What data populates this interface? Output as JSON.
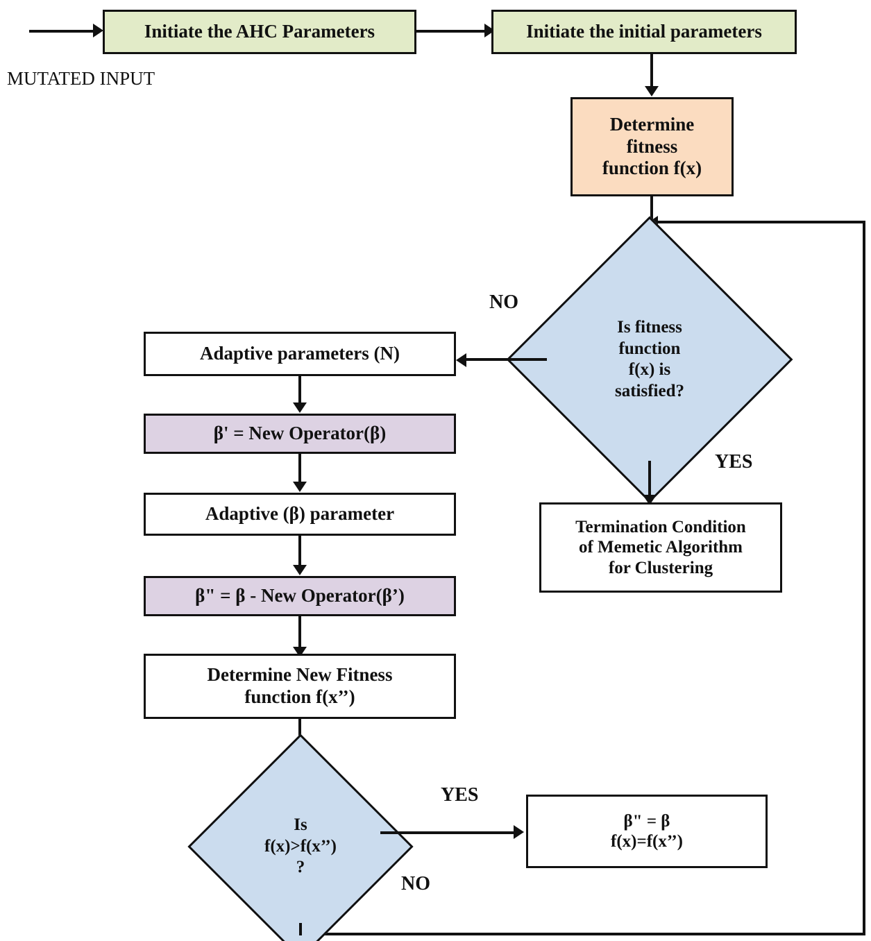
{
  "diagram": {
    "title": "Memetic Algorithm for Clustering Flowchart",
    "colors": {
      "green": "#e2ebc8",
      "orange": "#fbdcc0",
      "purple": "#ddd2e3",
      "diamond_blue": "#cbdcee",
      "stroke": "#111111",
      "background": "#ffffff"
    },
    "input_caption": "MUTATED INPUT",
    "nodes": {
      "initiate_ahc": "Initiate the AHC Parameters",
      "initiate_initial": "Initiate the initial parameters",
      "determine_fitness_line1": "Determine",
      "determine_fitness_line2": "fitness",
      "determine_fitness_line3": "function f(x)",
      "decision_fitness_line1": "Is fitness",
      "decision_fitness_line2": "function",
      "decision_fitness_line3": "f(x) is",
      "decision_fitness_line4": "satisfied?",
      "adaptive_parameters_n": "Adaptive parameters (N)",
      "beta_prime_assign": "β' = New Operator(β)",
      "adaptive_beta_parameter": "Adaptive (β) parameter",
      "beta_double_prime_assign": "β\" = β  - New Operator(β’)",
      "determine_new_fitness_line1": "Determine New Fitness",
      "determine_new_fitness_line2": "function f(x’’)",
      "termination_line1": "Termination Condition",
      "termination_line2": "of Memetic Algorithm",
      "termination_line3": "for Clustering",
      "decision_compare_line1": "Is",
      "decision_compare_line2": "f(x)>f(x’’)",
      "decision_compare_line3": "?",
      "assign_line1": "β\" = β",
      "assign_line2": "f(x)=f(x’’)"
    },
    "edge_labels": {
      "no_fitness": "NO",
      "yes_fitness": "YES",
      "yes_compare": "YES",
      "no_compare": "NO"
    }
  }
}
